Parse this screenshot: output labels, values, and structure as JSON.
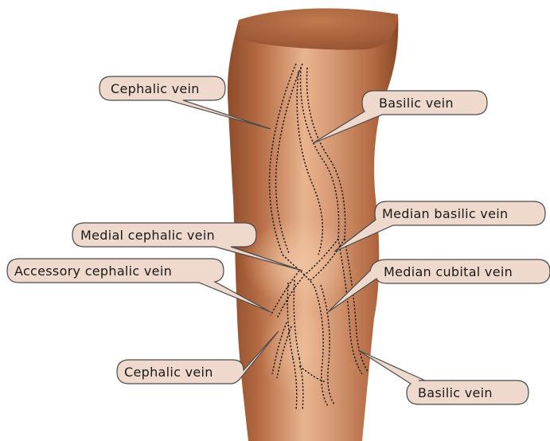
{
  "labels": {
    "cephalic_upper": "Cephalic vein",
    "basilic_upper": "Basilic vein",
    "median_basilic": "Median basilic vein",
    "medial_cephalic": "Medial cephalic vein",
    "accessory_cephalic": "Accessory cephalic vein",
    "median_cubital": "Median cubital vein",
    "cephalic_lower": "Cephalic vein",
    "basilic_lower": "Basilic vein"
  },
  "colors": {
    "skin": "#b46a42",
    "skin_highlight": "#e9b48f",
    "callout_fill": "#efd9cc",
    "callout_stroke": "#4a4a4a",
    "vein_line": "#1a1a1a"
  }
}
